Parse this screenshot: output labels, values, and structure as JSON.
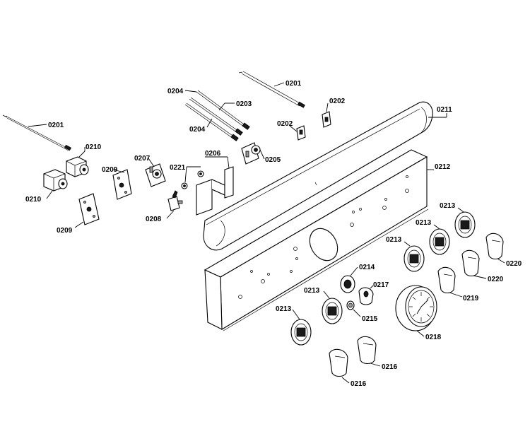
{
  "callouts": {
    "c0201a": "0201",
    "c0201b": "0201",
    "c0202a": "0202",
    "c0202b": "0202",
    "c0203": "0203",
    "c0204a": "0204",
    "c0204b": "0204",
    "c0205": "0205",
    "c0206": "0206",
    "c0207": "0207",
    "c0208": "0208",
    "c0209a": "0209",
    "c0209b": "0209",
    "c0210a": "0210",
    "c0210b": "0210",
    "c0211": "0211",
    "c0212": "0212",
    "c0213a": "0213",
    "c0213b": "0213",
    "c0213c": "0213",
    "c0213d": "0213",
    "c0213e": "0213",
    "c0214": "0214",
    "c0215": "0215",
    "c0216a": "0216",
    "c0216b": "0216",
    "c0217": "0217",
    "c0218": "0218",
    "c0219": "0219",
    "c0220a": "0220",
    "c0220b": "0220",
    "c0221": "0221"
  }
}
